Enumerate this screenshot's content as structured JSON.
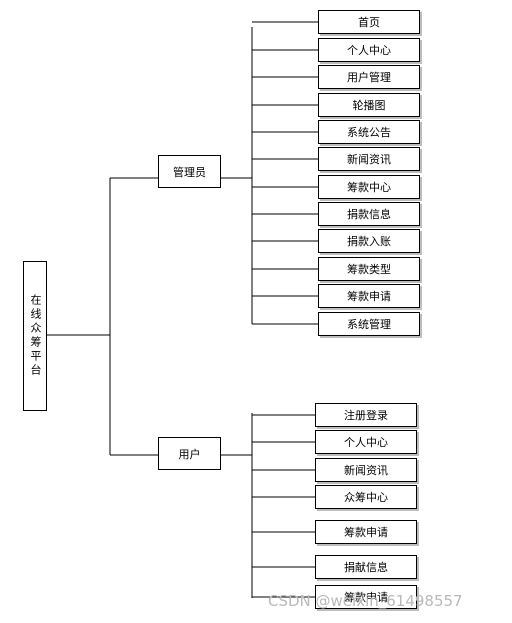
{
  "root": {
    "label": "在线众筹平台"
  },
  "admin": {
    "label": "管理员",
    "children": [
      "首页",
      "个人中心",
      "用户管理",
      "轮播图",
      "系统公告",
      "新闻资讯",
      "筹款中心",
      "捐款信息",
      "捐款入账",
      "筹款类型",
      "筹款申请",
      "系统管理"
    ]
  },
  "user": {
    "label": "用户",
    "children": [
      "注册登录",
      "个人中心",
      "新闻资讯",
      "众筹中心",
      "筹款申请",
      "捐献信息",
      "筹款申请"
    ]
  },
  "watermark": "CSDN @weixin_61498557"
}
